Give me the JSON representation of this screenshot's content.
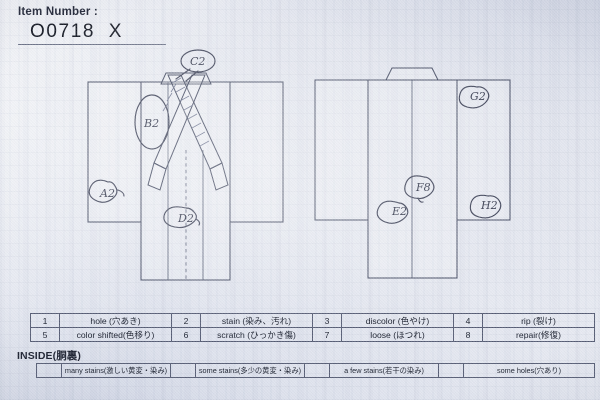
{
  "form": {
    "item_number_label": "Item Number :",
    "item_number_value": "O0718  X",
    "inside_label": "INSIDE(胴裏)"
  },
  "legend": {
    "rows": [
      [
        {
          "num": "1",
          "desc": "hole (穴あき)"
        },
        {
          "num": "2",
          "desc": "stain (染み、汚れ)"
        },
        {
          "num": "3",
          "desc": "discolor (色やけ)"
        },
        {
          "num": "4",
          "desc": "rip (裂け)"
        }
      ],
      [
        {
          "num": "5",
          "desc": "color shifted(色移り)"
        },
        {
          "num": "6",
          "desc": "scratch (ひっかき傷)"
        },
        {
          "num": "7",
          "desc": "loose (ほつれ)"
        },
        {
          "num": "8",
          "desc": "repair(修復)"
        }
      ]
    ]
  },
  "inside": {
    "cells": [
      {
        "check": "",
        "text": "many stains(激しい黄変・染み)"
      },
      {
        "check": "",
        "text": "some stains(多少の黄変・染み)"
      },
      {
        "check": "",
        "text": "a few stains(若干の染み)"
      },
      {
        "check": "",
        "text": "some holes(穴あり)"
      }
    ]
  },
  "annotations": {
    "front": [
      {
        "id": "A2",
        "label": "A2"
      },
      {
        "id": "B2",
        "label": "B2"
      },
      {
        "id": "C2",
        "label": "C2"
      },
      {
        "id": "D2",
        "label": "D2"
      }
    ],
    "back": [
      {
        "id": "E2",
        "label": "E2"
      },
      {
        "id": "F8",
        "label": "F8"
      },
      {
        "id": "G2",
        "label": "G2"
      },
      {
        "id": "H2",
        "label": "H2"
      }
    ]
  },
  "colors": {
    "paper": "#e3e6ef",
    "ink": "#3f465e",
    "pen": "#3a3f55"
  }
}
